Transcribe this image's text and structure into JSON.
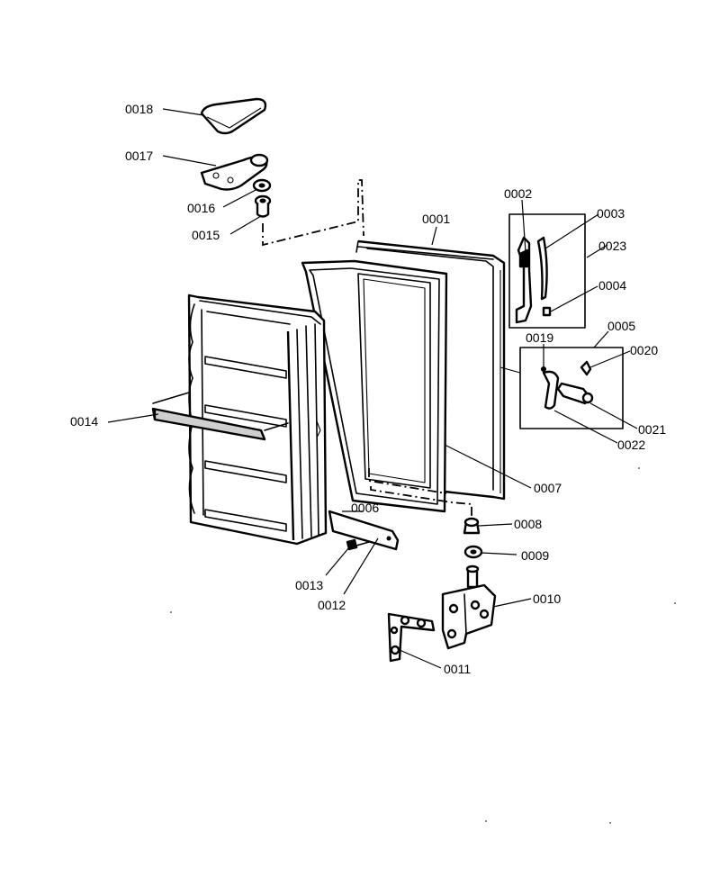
{
  "labels": {
    "p0001": "0001",
    "p0002": "0002",
    "p0003": "0003",
    "p0004": "0004",
    "p0005": "0005",
    "p0006": "0006",
    "p0007": "0007",
    "p0008": "0008",
    "p0009": "0009",
    "p0010": "0010",
    "p0011": "0011",
    "p0012": "0012",
    "p0013": "0013",
    "p0014": "0014",
    "p0015": "0015",
    "p0016": "0016",
    "p0017": "0017",
    "p0018": "0018",
    "p0019": "0019",
    "p0020": "0020",
    "p0021": "0021",
    "p0022": "0022",
    "p0023": "0023"
  }
}
